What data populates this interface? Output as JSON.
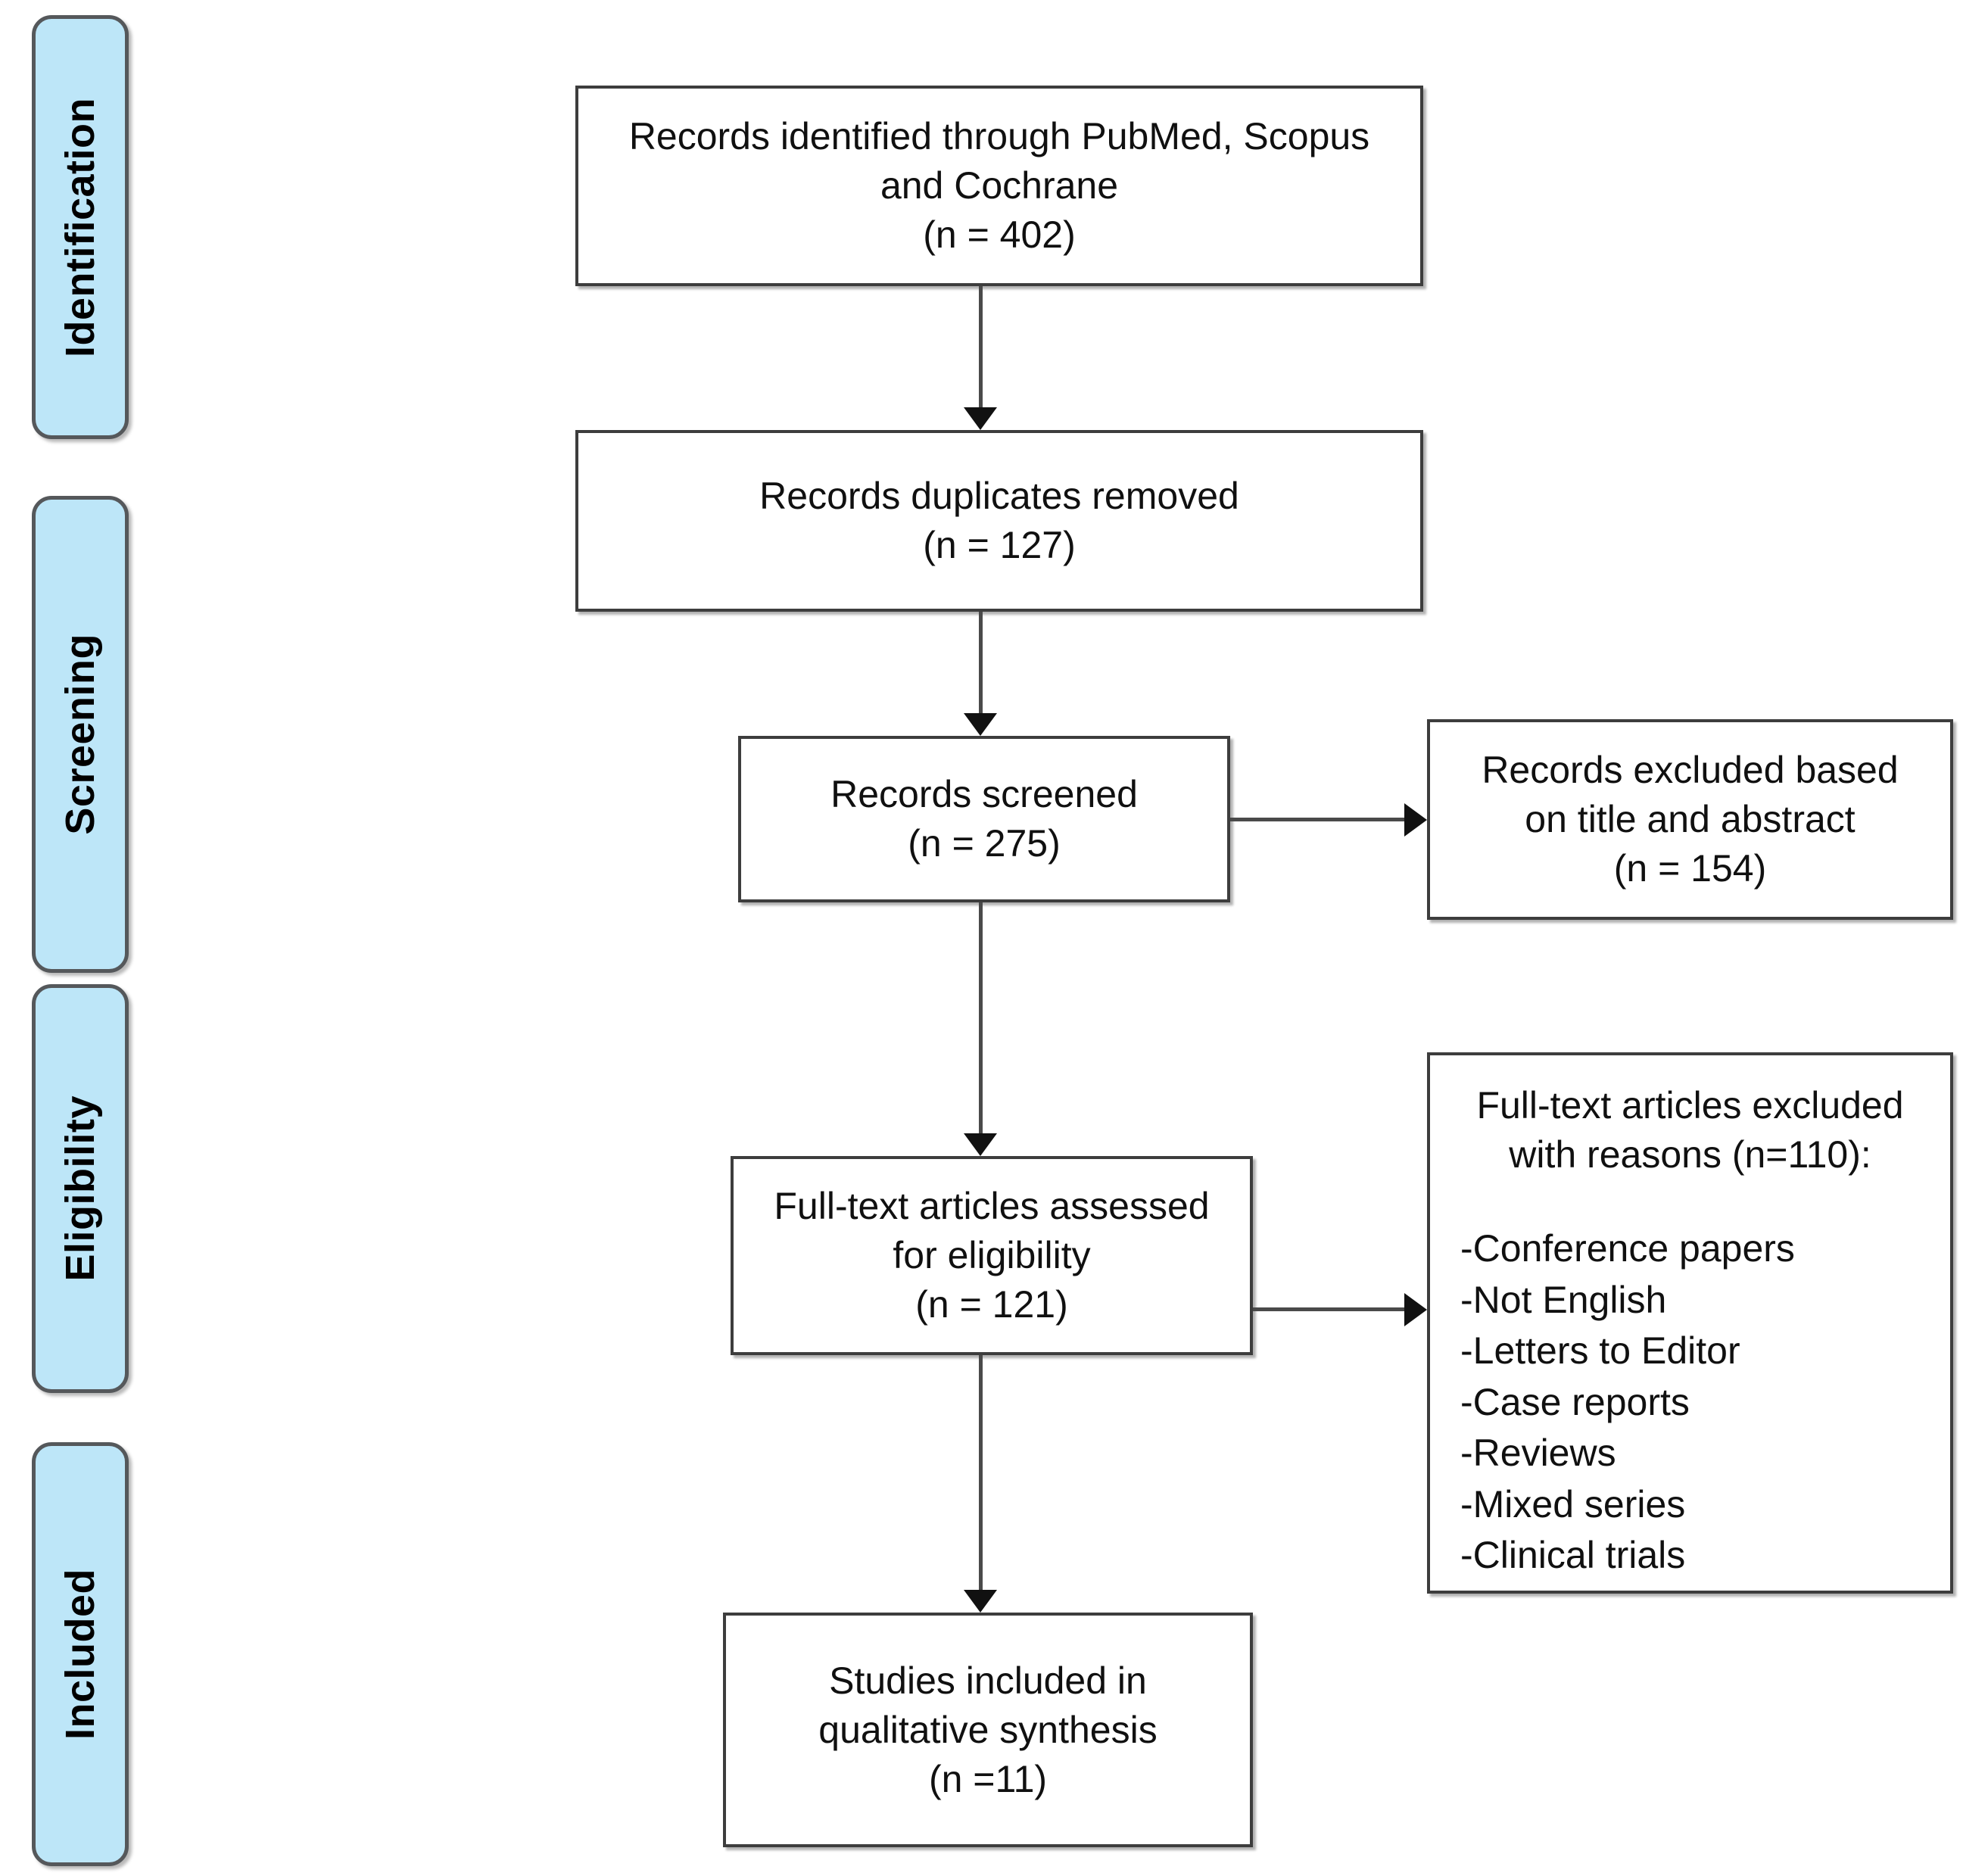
{
  "diagram": {
    "type": "prisma-flow-diagram",
    "title": "PRISMA Flow Diagram",
    "colors": {
      "stage_fill": "#bde6f8",
      "stage_border": "#55585b",
      "box_border": "#3d3d3d",
      "box_fill": "#ffffff",
      "connector": "#4a4a4a",
      "text": "#101010"
    }
  },
  "stages": [
    {
      "id": "identification",
      "label": "Identification"
    },
    {
      "id": "screening",
      "label": "Screening"
    },
    {
      "id": "eligibility",
      "label": "Eligibility"
    },
    {
      "id": "included",
      "label": "Included"
    }
  ],
  "boxes": {
    "records_identified": {
      "text": "Records identified through PubMed, Scopus\nand Cochrane\n(n = 402)",
      "n": 402
    },
    "duplicates_removed": {
      "text": "Records duplicates removed\n(n = 127)",
      "n": 127
    },
    "records_screened": {
      "text": "Records screened\n(n = 275)",
      "n": 275
    },
    "records_excluded": {
      "text": "Records excluded based\non title and abstract\n(n = 154)",
      "n": 154
    },
    "fulltext_assessed": {
      "text": "Full-text articles assessed\nfor eligibility\n(n = 121)",
      "n": 121
    },
    "fulltext_excluded": {
      "title": "Full-text articles excluded\nwith reasons (n=110):",
      "n": 110,
      "reasons": [
        "-Conference papers",
        "-Not English",
        "-Letters to Editor",
        "-Case reports",
        "-Reviews",
        "-Mixed series",
        "-Clinical trials"
      ]
    },
    "studies_included": {
      "text": "Studies included in\nqualitative synthesis\n(n =11)",
      "n": 11
    }
  },
  "chart_data": {
    "type": "diagram",
    "flow": [
      {
        "step": "Records identified through PubMed, Scopus and Cochrane",
        "n": 402
      },
      {
        "step": "Records duplicates removed",
        "n": 127
      },
      {
        "step": "Records screened",
        "n": 275
      },
      {
        "step": "Records excluded based on title and abstract",
        "n": 154
      },
      {
        "step": "Full-text articles assessed for eligibility",
        "n": 121
      },
      {
        "step": "Full-text articles excluded with reasons",
        "n": 110
      },
      {
        "step": "Studies included in qualitative synthesis",
        "n": 11
      }
    ]
  }
}
